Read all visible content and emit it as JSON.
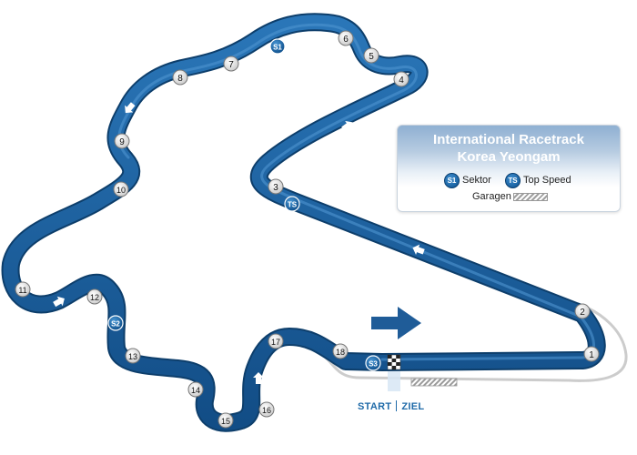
{
  "legend": {
    "title_line1": "International Racetrack",
    "title_line2": "Korea Yeongam",
    "sector_badge": "S1",
    "sector_label": "Sektor",
    "speed_badge": "TS",
    "speed_label": "Top Speed",
    "garage_label": "Garagen"
  },
  "start_finish": {
    "start_label": "START",
    "finish_label": "ZIEL"
  },
  "track": {
    "color": "#1a5f9e",
    "corner_labels": [
      "1",
      "2",
      "3",
      "4",
      "5",
      "6",
      "7",
      "8",
      "9",
      "10",
      "11",
      "12",
      "13",
      "14",
      "15",
      "16",
      "17",
      "18"
    ],
    "sectors": [
      "S1",
      "S2",
      "S3"
    ],
    "top_speed": "TS"
  }
}
